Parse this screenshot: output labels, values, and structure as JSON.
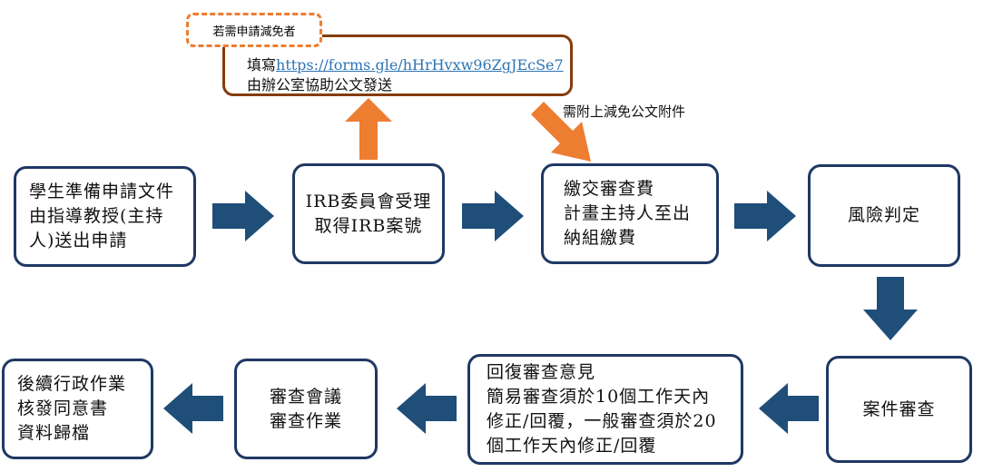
{
  "top_note": {
    "dashed_label": "若需申請減免者",
    "line1_prefix": "填寫",
    "link": "https://forms.gle/hHrHvxw96ZgJEcSe7",
    "line2": "由辦公室協助公文發送"
  },
  "attach_label": "需附上減免公文附件",
  "steps": [
    {
      "lines": [
        "學生準備申請文件",
        "由指導教授(主持",
        "人)送出申請"
      ]
    },
    {
      "lines": [
        "IRB委員會受理",
        "取得IRB案號"
      ]
    },
    {
      "lines": [
        "繳交審查費",
        "計畫主持人至出",
        "納組繳費"
      ]
    },
    {
      "lines": [
        "風險判定"
      ]
    },
    {
      "lines": [
        "案件審查"
      ]
    },
    {
      "lines": [
        "回復審查意見",
        "簡易審查須於10個工作天內",
        "修正/回覆，一般審查須於20",
        "個工作天內修正/回覆"
      ]
    },
    {
      "lines": [
        "審查會議",
        "審查作業"
      ]
    },
    {
      "lines": [
        "後續行政作業",
        "核發同意書",
        "資料歸檔"
      ]
    }
  ],
  "colors": {
    "box_border": "#1f3864",
    "flow_arrow": "#1f4e79",
    "orange": "#ed7d31",
    "brown": "#843c0c"
  }
}
